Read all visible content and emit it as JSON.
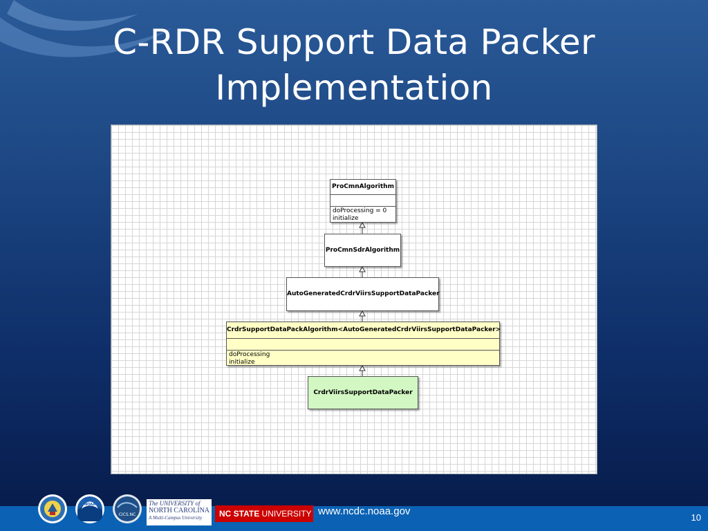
{
  "slide": {
    "title_line1": "C-RDR Support Data Packer",
    "title_line2": "Implementation",
    "page_number": "10"
  },
  "diagram": {
    "classes": [
      {
        "id": "proCmnAlgorithm",
        "name": "ProCmnAlgorithm",
        "operations": [
          "doProcessing = 0",
          "initialize"
        ],
        "fill": "#ffffff"
      },
      {
        "id": "proCmnSdrAlgorithm",
        "name": "ProCmnSdrAlgorithm",
        "operations": [],
        "fill": "#ffffff"
      },
      {
        "id": "autoGenerated",
        "name": "AutoGeneratedCrdrViirsSupportDataPacker",
        "operations": [],
        "fill": "#ffffff"
      },
      {
        "id": "crdrSupportDataPackAlgorithm",
        "name": "CrdrSupportDataPackAlgorithm<AutoGeneratedCrdrViirsSupportDataPacker>",
        "operations": [
          "doProcessing",
          "initialize"
        ],
        "fill": "#ffffc6"
      },
      {
        "id": "crdrViirsSupportDataPacker",
        "name": "CrdrViirsSupportDataPacker",
        "operations": [],
        "fill": "#d2f7c2"
      }
    ],
    "relations": [
      {
        "type": "generalization",
        "from": "proCmnSdrAlgorithm",
        "to": "proCmnAlgorithm"
      },
      {
        "type": "generalization",
        "from": "autoGenerated",
        "to": "proCmnSdrAlgorithm"
      },
      {
        "type": "generalization",
        "from": "crdrSupportDataPackAlgorithm",
        "to": "autoGenerated"
      },
      {
        "type": "generalization",
        "from": "crdrViirsSupportDataPacker",
        "to": "crdrSupportDataPackAlgorithm"
      }
    ]
  },
  "footer": {
    "url": "www.ncdc.noaa.gov",
    "unc_line1": "The UNIVERSITY of",
    "unc_line2": "NORTH CAROLINA",
    "unc_line3": "A Multi-Campus University",
    "ncsu_bold": "NC STATE",
    "ncsu_rest": " UNIVERSITY",
    "logos": [
      "department-of-commerce-seal",
      "noaa-logo",
      "cics-nc-logo"
    ],
    "cics_label": "CICS.NC",
    "noaa_label": "NOAA",
    "bar_color": "#0b62b4"
  }
}
